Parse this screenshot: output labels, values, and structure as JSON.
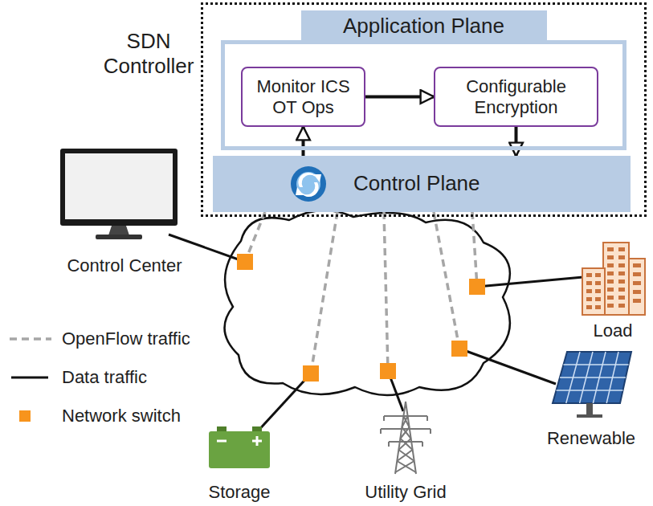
{
  "diagram": {
    "nodes": [
      {
        "text": [
          "SDN Controller"
        ]
      },
      {
        "text": [
          "Application Plane"
        ],
        "in": 0
      },
      {
        "text": [
          "Monitor ICS OT Ops"
        ],
        "in": 1
      },
      {
        "text": [
          "Configurable Encryption"
        ],
        "in": 1
      },
      {
        "text": [
          "Control Plane"
        ],
        "in": 0
      },
      {
        "text": [
          "Control Center"
        ]
      },
      {
        "text": [
          "Load"
        ]
      },
      {
        "text": [
          "Renewable"
        ]
      },
      {
        "text": [
          "Storage"
        ]
      },
      {
        "text": [
          "Utility Grid"
        ]
      }
    ],
    "edges": [
      {
        "from": 2,
        "to": 3,
        "arrow": "to"
      },
      {
        "from": 3,
        "to": 4,
        "arrow": "to"
      },
      {
        "from": 4,
        "to": 2,
        "arrow": "to"
      }
    ],
    "legend": [
      {
        "text": "OpenFlow traffic"
      },
      {
        "text": "Data traffic"
      },
      {
        "text": "Network switch",
        "color": "#f7941d"
      }
    ]
  }
}
